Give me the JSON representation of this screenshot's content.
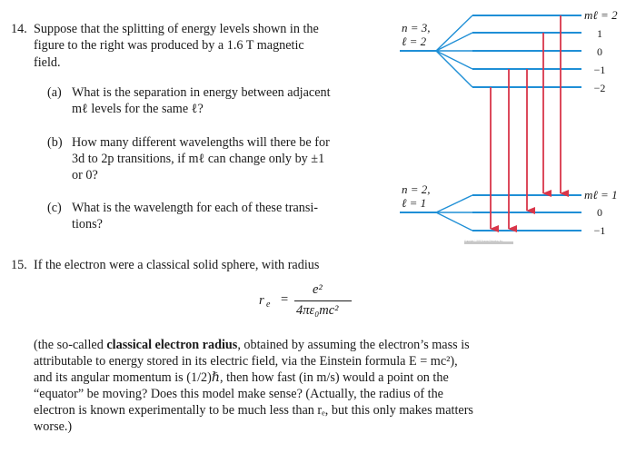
{
  "problem14": {
    "number": "14.",
    "lines": [
      "Suppose that the splitting of energy levels shown in the",
      "figure to the right was produced by a 1.6 T magnetic",
      "field."
    ],
    "part_a": {
      "label": "(a)",
      "lines": [
        "What is the separation in energy between adjacent",
        "mℓ levels for the same ℓ?"
      ]
    },
    "part_b": {
      "label": "(b)",
      "lines": [
        "How many different wavelengths will there be for",
        "3d to 2p transitions, if mℓ can change only by ±1",
        "or 0?"
      ]
    },
    "part_c": {
      "label": "(c)",
      "lines": [
        "What is the wavelength for each of these transi-",
        "tions?"
      ]
    }
  },
  "diagram": {
    "upper_state": [
      "n = 3,",
      "ℓ = 2"
    ],
    "lower_state": [
      "n = 2,",
      "ℓ = 1"
    ],
    "upper_ml_title": "mℓ = 2",
    "upper_ml_values": [
      "1",
      "0",
      "−1",
      "−2"
    ],
    "lower_ml_title": "mℓ = 1",
    "lower_ml_values": [
      "0",
      "−1"
    ],
    "copyright": "Copyright © 2008 Pearson Education, Inc.",
    "colors": {
      "level": "#1f8fd6",
      "arrow": "#d9364a"
    }
  },
  "problem15": {
    "number": "15.",
    "intro": "If the electron were a classical solid sphere, with radius",
    "formula": {
      "lhs": "r",
      "lhs_sub": "e",
      "eq": "=",
      "numerator": "e²",
      "denominator": "4πε₀mc²"
    },
    "para": [
      "(the so-called ",
      "classical electron radius",
      ", obtained by assuming the electron’s mass is",
      "attributable to energy stored in its electric field, via the Einstein formula E = mc²),",
      "and its angular momentum is (1/2)ℏ, then how fast (in m/s) would a point on the",
      "“equator” be moving? Does this model make sense? (Actually, the radius of the",
      "electron is known experimentally to be much less than rₑ, but this only makes matters",
      "worse.)"
    ]
  }
}
